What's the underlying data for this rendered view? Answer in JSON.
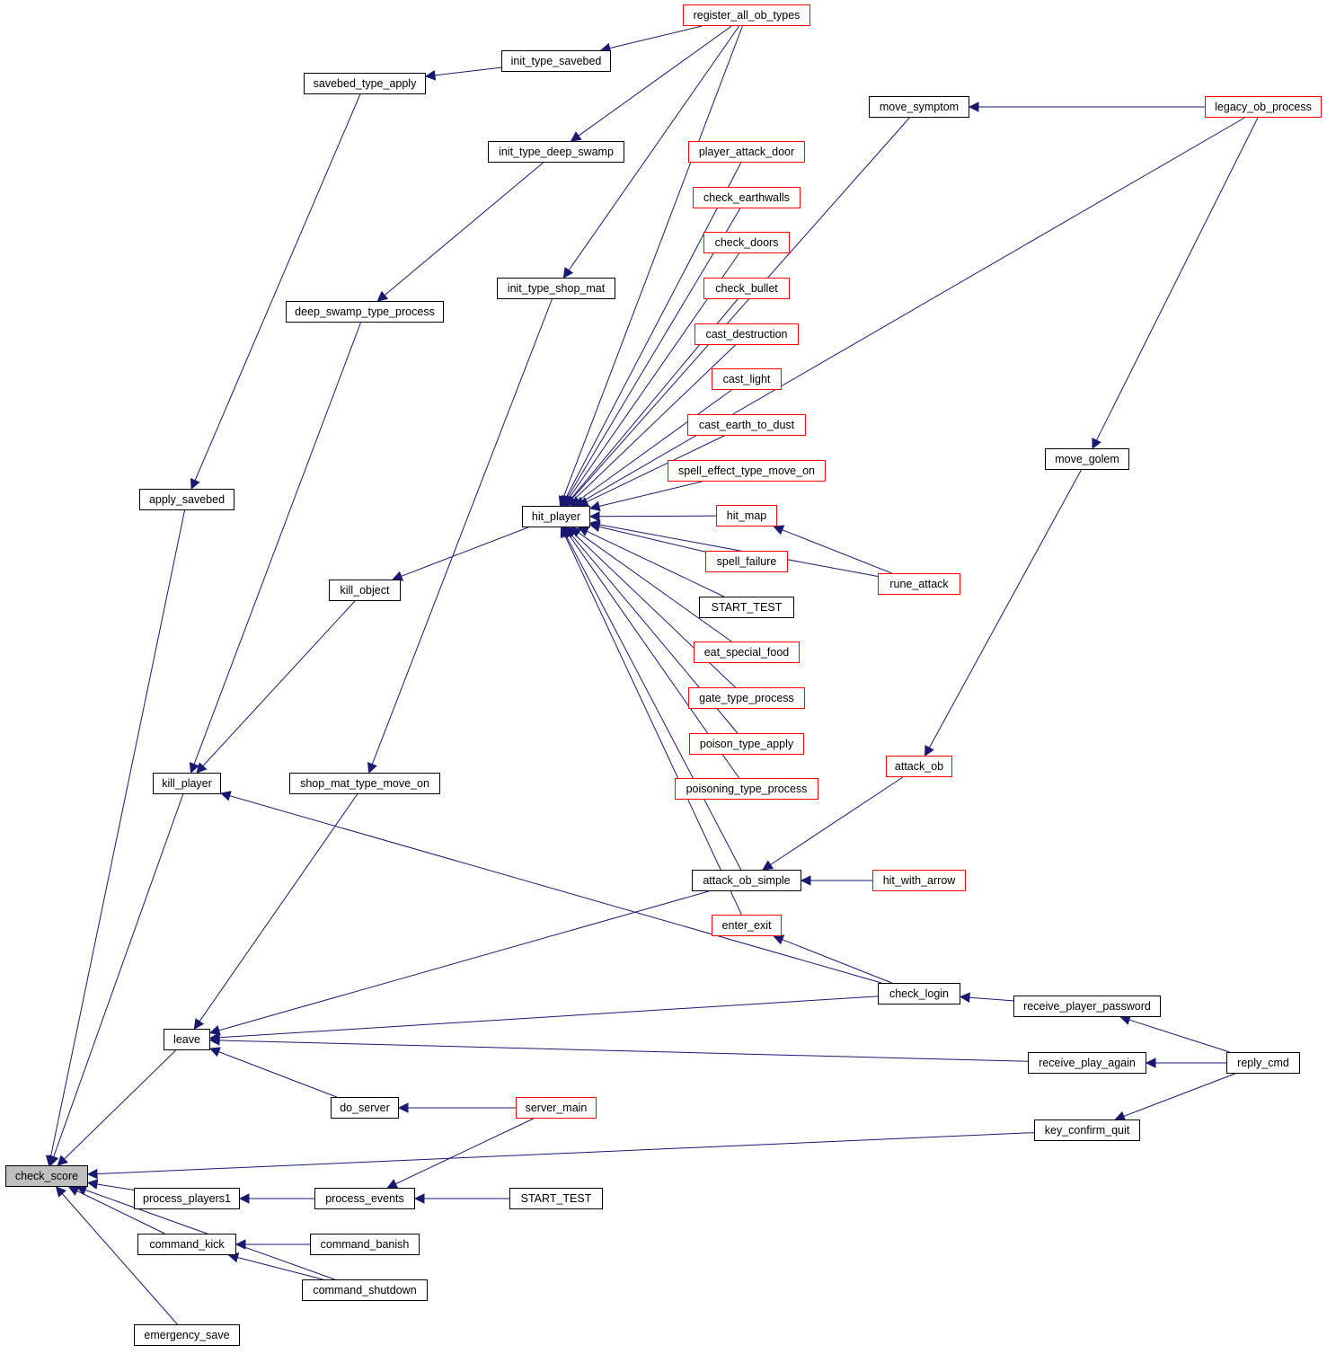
{
  "graph": {
    "edge_color": "#191970",
    "root": "check_score",
    "nodes": [
      {
        "id": "check_score",
        "label": "check_score",
        "style": "root"
      },
      {
        "id": "apply_savebed",
        "label": "apply_savebed",
        "style": "black"
      },
      {
        "id": "kill_player",
        "label": "kill_player",
        "style": "black"
      },
      {
        "id": "leave",
        "label": "leave",
        "style": "black"
      },
      {
        "id": "process_players1",
        "label": "process_players1",
        "style": "black"
      },
      {
        "id": "command_kick",
        "label": "command_kick",
        "style": "black"
      },
      {
        "id": "emergency_save",
        "label": "emergency_save",
        "style": "black"
      },
      {
        "id": "savebed_type_apply",
        "label": "savebed_type_apply",
        "style": "black"
      },
      {
        "id": "deep_swamp_type_process",
        "label": "deep_swamp_type_process",
        "style": "black"
      },
      {
        "id": "kill_object",
        "label": "kill_object",
        "style": "black"
      },
      {
        "id": "shop_mat_type_move_on",
        "label": "shop_mat_type_move_on",
        "style": "black"
      },
      {
        "id": "do_server",
        "label": "do_server",
        "style": "black"
      },
      {
        "id": "process_events",
        "label": "process_events",
        "style": "black"
      },
      {
        "id": "command_banish",
        "label": "command_banish",
        "style": "black"
      },
      {
        "id": "command_shutdown",
        "label": "command_shutdown",
        "style": "black"
      },
      {
        "id": "init_type_savebed",
        "label": "init_type_savebed",
        "style": "black"
      },
      {
        "id": "init_type_deep_swamp",
        "label": "init_type_deep_swamp",
        "style": "black"
      },
      {
        "id": "init_type_shop_mat",
        "label": "init_type_shop_mat",
        "style": "black"
      },
      {
        "id": "hit_player",
        "label": "hit_player",
        "style": "black"
      },
      {
        "id": "server_main",
        "label": "server_main",
        "style": "red"
      },
      {
        "id": "start_test_1",
        "label": "START_TEST",
        "style": "black"
      },
      {
        "id": "register_all_ob_types",
        "label": "register_all_ob_types",
        "style": "red"
      },
      {
        "id": "move_symptom",
        "label": "move_symptom",
        "style": "black"
      },
      {
        "id": "player_attack_door",
        "label": "player_attack_door",
        "style": "red"
      },
      {
        "id": "check_earthwalls",
        "label": "check_earthwalls",
        "style": "red"
      },
      {
        "id": "check_doors",
        "label": "check_doors",
        "style": "red"
      },
      {
        "id": "check_bullet",
        "label": "check_bullet",
        "style": "red"
      },
      {
        "id": "cast_destruction",
        "label": "cast_destruction",
        "style": "red"
      },
      {
        "id": "cast_light",
        "label": "cast_light",
        "style": "red"
      },
      {
        "id": "cast_earth_to_dust",
        "label": "cast_earth_to_dust",
        "style": "red"
      },
      {
        "id": "spell_effect_type_move_on",
        "label": "spell_effect_type_move_on",
        "style": "red"
      },
      {
        "id": "hit_map",
        "label": "hit_map",
        "style": "red"
      },
      {
        "id": "spell_failure",
        "label": "spell_failure",
        "style": "red"
      },
      {
        "id": "start_test_2",
        "label": "START_TEST",
        "style": "black"
      },
      {
        "id": "eat_special_food",
        "label": "eat_special_food",
        "style": "red"
      },
      {
        "id": "gate_type_process",
        "label": "gate_type_process",
        "style": "red"
      },
      {
        "id": "poison_type_apply",
        "label": "poison_type_apply",
        "style": "red"
      },
      {
        "id": "poisoning_type_process",
        "label": "poisoning_type_process",
        "style": "red"
      },
      {
        "id": "attack_ob_simple",
        "label": "attack_ob_simple",
        "style": "black"
      },
      {
        "id": "enter_exit",
        "label": "enter_exit",
        "style": "red"
      },
      {
        "id": "legacy_ob_process",
        "label": "legacy_ob_process",
        "style": "red"
      },
      {
        "id": "move_golem",
        "label": "move_golem",
        "style": "black"
      },
      {
        "id": "rune_attack",
        "label": "rune_attack",
        "style": "red"
      },
      {
        "id": "attack_ob",
        "label": "attack_ob",
        "style": "red"
      },
      {
        "id": "hit_with_arrow",
        "label": "hit_with_arrow",
        "style": "red"
      },
      {
        "id": "check_login",
        "label": "check_login",
        "style": "black"
      },
      {
        "id": "receive_player_password",
        "label": "receive_player_password",
        "style": "black"
      },
      {
        "id": "receive_play_again",
        "label": "receive_play_again",
        "style": "black"
      },
      {
        "id": "key_confirm_quit",
        "label": "key_confirm_quit",
        "style": "black"
      },
      {
        "id": "reply_cmd",
        "label": "reply_cmd",
        "style": "black"
      }
    ],
    "edges": [
      [
        "apply_savebed",
        "check_score"
      ],
      [
        "kill_player",
        "check_score"
      ],
      [
        "leave",
        "check_score"
      ],
      [
        "process_players1",
        "check_score"
      ],
      [
        "command_kick",
        "check_score"
      ],
      [
        "emergency_save",
        "check_score"
      ],
      [
        "command_shutdown",
        "check_score"
      ],
      [
        "key_confirm_quit",
        "check_score"
      ],
      [
        "savebed_type_apply",
        "apply_savebed"
      ],
      [
        "init_type_savebed",
        "savebed_type_apply"
      ],
      [
        "register_all_ob_types",
        "init_type_savebed"
      ],
      [
        "register_all_ob_types",
        "init_type_deep_swamp"
      ],
      [
        "register_all_ob_types",
        "init_type_shop_mat"
      ],
      [
        "deep_swamp_type_process",
        "kill_player"
      ],
      [
        "init_type_deep_swamp",
        "deep_swamp_type_process"
      ],
      [
        "kill_object",
        "kill_player"
      ],
      [
        "hit_player",
        "kill_object"
      ],
      [
        "check_login",
        "kill_player"
      ],
      [
        "shop_mat_type_move_on",
        "leave"
      ],
      [
        "init_type_shop_mat",
        "shop_mat_type_move_on"
      ],
      [
        "attack_ob_simple",
        "leave"
      ],
      [
        "check_login",
        "leave"
      ],
      [
        "receive_play_again",
        "leave"
      ],
      [
        "do_server",
        "leave"
      ],
      [
        "server_main",
        "do_server"
      ],
      [
        "process_events",
        "process_players1"
      ],
      [
        "server_main",
        "process_events"
      ],
      [
        "start_test_1",
        "process_events"
      ],
      [
        "command_banish",
        "command_kick"
      ],
      [
        "command_shutdown",
        "command_kick"
      ],
      [
        "register_all_ob_types",
        "hit_player"
      ],
      [
        "legacy_ob_process",
        "hit_player"
      ],
      [
        "move_symptom",
        "hit_player"
      ],
      [
        "player_attack_door",
        "hit_player"
      ],
      [
        "check_earthwalls",
        "hit_player"
      ],
      [
        "check_doors",
        "hit_player"
      ],
      [
        "check_bullet",
        "hit_player"
      ],
      [
        "cast_destruction",
        "hit_player"
      ],
      [
        "cast_light",
        "hit_player"
      ],
      [
        "cast_earth_to_dust",
        "hit_player"
      ],
      [
        "spell_effect_type_move_on",
        "hit_player"
      ],
      [
        "hit_map",
        "hit_player"
      ],
      [
        "spell_failure",
        "hit_player"
      ],
      [
        "start_test_2",
        "hit_player"
      ],
      [
        "eat_special_food",
        "hit_player"
      ],
      [
        "gate_type_process",
        "hit_player"
      ],
      [
        "poison_type_apply",
        "hit_player"
      ],
      [
        "poisoning_type_process",
        "hit_player"
      ],
      [
        "rune_attack",
        "hit_player"
      ],
      [
        "attack_ob_simple",
        "hit_player"
      ],
      [
        "enter_exit",
        "hit_player"
      ],
      [
        "legacy_ob_process",
        "move_symptom"
      ],
      [
        "rune_attack",
        "hit_map"
      ],
      [
        "legacy_ob_process",
        "move_golem"
      ],
      [
        "move_golem",
        "attack_ob"
      ],
      [
        "attack_ob",
        "attack_ob_simple"
      ],
      [
        "hit_with_arrow",
        "attack_ob_simple"
      ],
      [
        "check_login",
        "enter_exit"
      ],
      [
        "receive_player_password",
        "check_login"
      ],
      [
        "reply_cmd",
        "receive_player_password"
      ],
      [
        "reply_cmd",
        "receive_play_again"
      ],
      [
        "reply_cmd",
        "key_confirm_quit"
      ]
    ]
  }
}
